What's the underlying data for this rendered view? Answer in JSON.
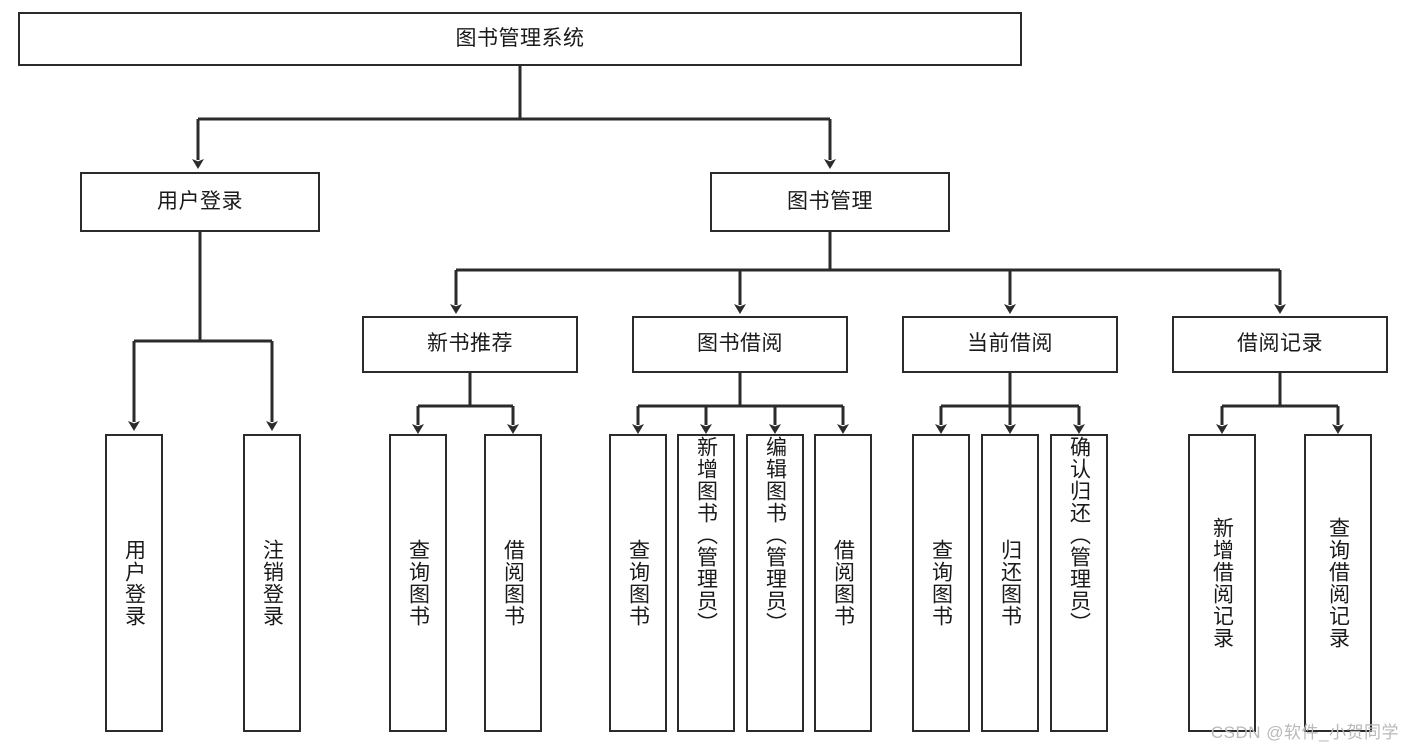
{
  "diagram": {
    "type": "tree-hierarchy-chart",
    "title": "图书管理系统",
    "stroke_color": "#2b2b2b",
    "fill_color": "#ffffff",
    "text_color": "#1a1a1a",
    "root": {
      "id": "root",
      "label": "图书管理系统"
    },
    "level1": [
      {
        "id": "user-login",
        "label": "用户登录"
      },
      {
        "id": "book-management",
        "label": "图书管理"
      }
    ],
    "level2": [
      {
        "id": "new-book-recommend",
        "label": "新书推荐",
        "parent": "book-management"
      },
      {
        "id": "book-borrow",
        "label": "图书借阅",
        "parent": "book-management"
      },
      {
        "id": "current-borrow",
        "label": "当前借阅",
        "parent": "book-management"
      },
      {
        "id": "borrow-record",
        "label": "借阅记录",
        "parent": "book-management"
      }
    ],
    "leaves": {
      "user-login": [
        {
          "id": "leaf-user-login",
          "label": "用户登录"
        },
        {
          "id": "leaf-user-logout",
          "label": "注销登录"
        }
      ],
      "new-book-recommend": [
        {
          "id": "leaf-query-book-1",
          "label": "查询图书"
        },
        {
          "id": "leaf-borrow-book-1",
          "label": "借阅图书"
        }
      ],
      "book-borrow": [
        {
          "id": "leaf-query-book-2",
          "label": "查询图书"
        },
        {
          "id": "leaf-add-book",
          "label": "新增图书（管理员）"
        },
        {
          "id": "leaf-edit-book",
          "label": "编辑图书（管理员）"
        },
        {
          "id": "leaf-borrow-book-2",
          "label": "借阅图书"
        }
      ],
      "current-borrow": [
        {
          "id": "leaf-query-book-3",
          "label": "查询图书"
        },
        {
          "id": "leaf-return-book",
          "label": "归还图书"
        },
        {
          "id": "leaf-confirm-return",
          "label": "确认归还（管理员）"
        }
      ],
      "borrow-record": [
        {
          "id": "leaf-add-record",
          "label": "新增借阅记录"
        },
        {
          "id": "leaf-query-record",
          "label": "查询借阅记录"
        }
      ]
    }
  },
  "watermark": {
    "text": "CSDN @软件_小贺同学",
    "color": "#b9b9b9"
  }
}
